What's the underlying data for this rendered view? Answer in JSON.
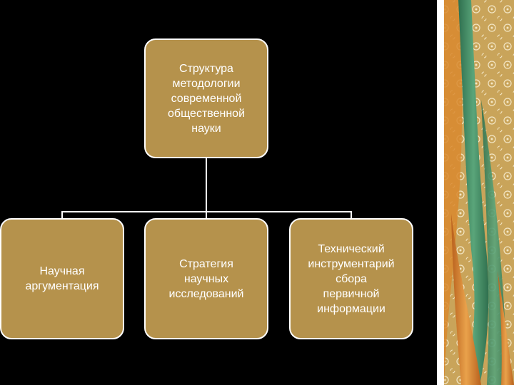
{
  "diagram": {
    "root": {
      "label": "Структура\nметодологии\nсовременной\nобщественной\nнауки"
    },
    "children": [
      {
        "label": "Научная\nаргументация"
      },
      {
        "label": "Стратегия\nнаучных\nисследований"
      },
      {
        "label": "Технический\nинструментарий\nсбора\nпервичной\nинформации"
      }
    ]
  },
  "colors": {
    "background": "#000000",
    "box_fill": "#b5924c",
    "box_border": "#ffffff",
    "connector": "#ffffff",
    "decor_gold": "#c9a45a",
    "decor_green": "#3f8a63",
    "decor_orange": "#d9892f"
  }
}
